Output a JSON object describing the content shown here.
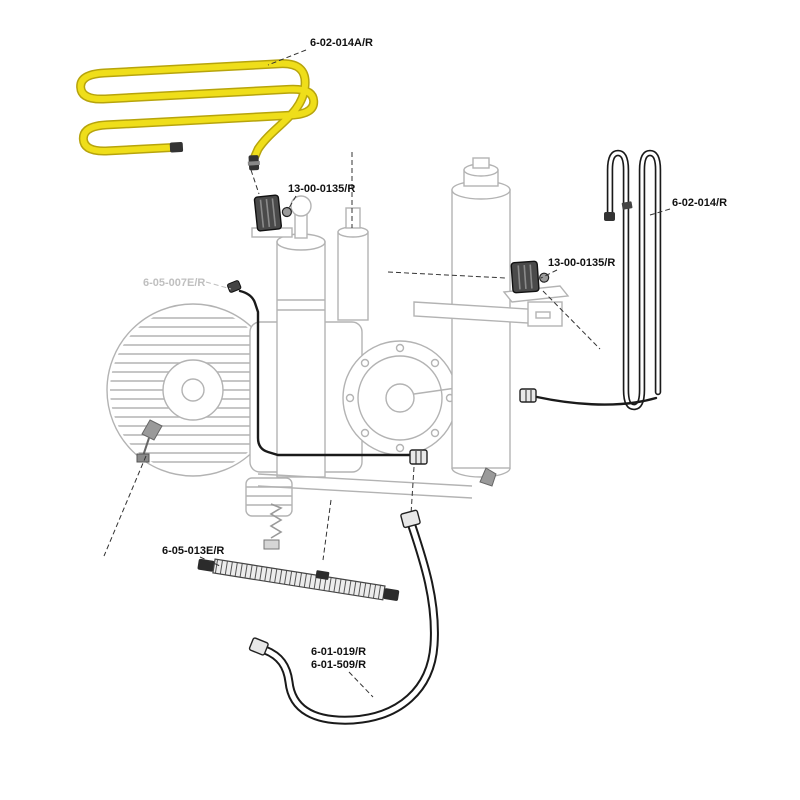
{
  "diagram": {
    "type": "exploded-parts-diagram",
    "labels": {
      "coil_top": "6-02-014A/R",
      "clamp_left": "13-00-0135/R",
      "pipe_left": "6-05-007E/R",
      "clamp_right": "13-00-0135/R",
      "coil_right": "6-02-014/R",
      "heater_bottom": "6-05-013E/R",
      "utube_line1": "6-01-019/R",
      "utube_line2": "6-01-509/R"
    },
    "colors": {
      "highlight_yellow": "#EFDE1A",
      "highlight_yellow_dark": "#B7A40C",
      "ghost_gray": "#B3B3B3",
      "muted_label": "#BFBFBF",
      "line_black": "#1A1A1A"
    }
  }
}
